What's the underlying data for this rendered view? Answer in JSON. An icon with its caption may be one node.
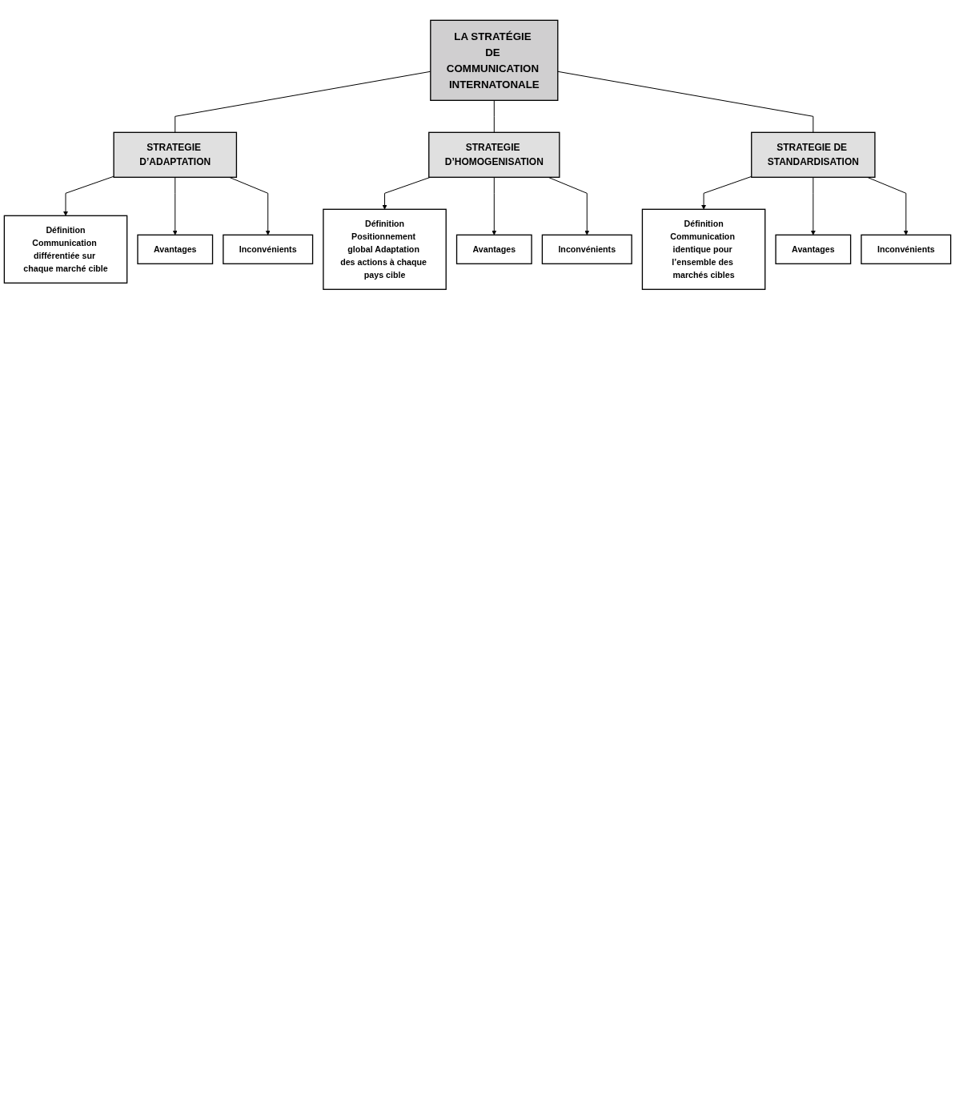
{
  "diagram": {
    "nodes": [
      {
        "text": [
          "LA STRATÉGIE DE COMMUNICATION INTERNATONALE"
        ]
      },
      {
        "text": [
          "STRATEGIE D’ADAPTATION"
        ]
      },
      {
        "text": [
          "STRATEGIE D’HOMOGENISATION"
        ]
      },
      {
        "text": [
          "STRATEGIE DE STANDARDISATION"
        ]
      },
      {
        "text": [
          "Définition",
          "Communication différentiée sur chaque marché cible"
        ]
      },
      {
        "text": [
          "Avantages"
        ]
      },
      {
        "text": [
          "Inconvénients"
        ]
      },
      {
        "text": [
          "Définition",
          "Positionnement global Adaptation des actions à chaque pays cible"
        ]
      },
      {
        "text": [
          "Avantages"
        ]
      },
      {
        "text": [
          "Inconvénients"
        ]
      },
      {
        "text": [
          "Définition",
          "Communication identique pour l’ensemble des marchés cibles"
        ]
      },
      {
        "text": [
          "Avantages"
        ]
      },
      {
        "text": [
          "Inconvénients"
        ]
      }
    ],
    "edges": [
      {
        "from": 0,
        "to": 1,
        "arrow": "none"
      },
      {
        "from": 0,
        "to": 2,
        "arrow": "none"
      },
      {
        "from": 0,
        "to": 3,
        "arrow": "none"
      },
      {
        "from": 1,
        "to": 4,
        "arrow": "to"
      },
      {
        "from": 1,
        "to": 5,
        "arrow": "to"
      },
      {
        "from": 1,
        "to": 6,
        "arrow": "to"
      },
      {
        "from": 2,
        "to": 7,
        "arrow": "to"
      },
      {
        "from": 2,
        "to": 8,
        "arrow": "to"
      },
      {
        "from": 2,
        "to": 9,
        "arrow": "to"
      },
      {
        "from": 3,
        "to": 10,
        "arrow": "to"
      },
      {
        "from": 3,
        "to": 11,
        "arrow": "to"
      },
      {
        "from": 3,
        "to": 12,
        "arrow": "to"
      }
    ]
  }
}
